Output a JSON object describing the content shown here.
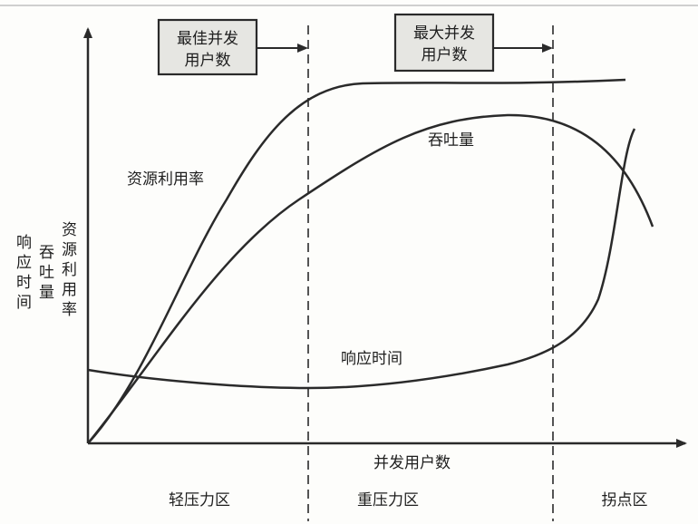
{
  "labels": {
    "best_concurrency": [
      "最佳并发",
      "用户数"
    ],
    "max_concurrency": [
      "最大并发",
      "用户数"
    ],
    "resource_utilization": "资源利用率",
    "throughput": "吞吐量",
    "response_time": "响应时间",
    "x_axis": "并发用户数",
    "y_axis_group_1": [
      "响",
      "应",
      "时",
      "间"
    ],
    "y_axis_group_2": [
      "吞",
      "吐",
      "量"
    ],
    "y_axis_group_3": [
      "资",
      "源",
      "利",
      "用",
      "率"
    ]
  },
  "zones": {
    "light": "轻压力区",
    "heavy": "重压力区",
    "buckle": "拐点区"
  },
  "colors": {
    "ink": "#2a2a2a",
    "box_fill": "#e6e6e2",
    "background": "#fdfdfb"
  }
}
